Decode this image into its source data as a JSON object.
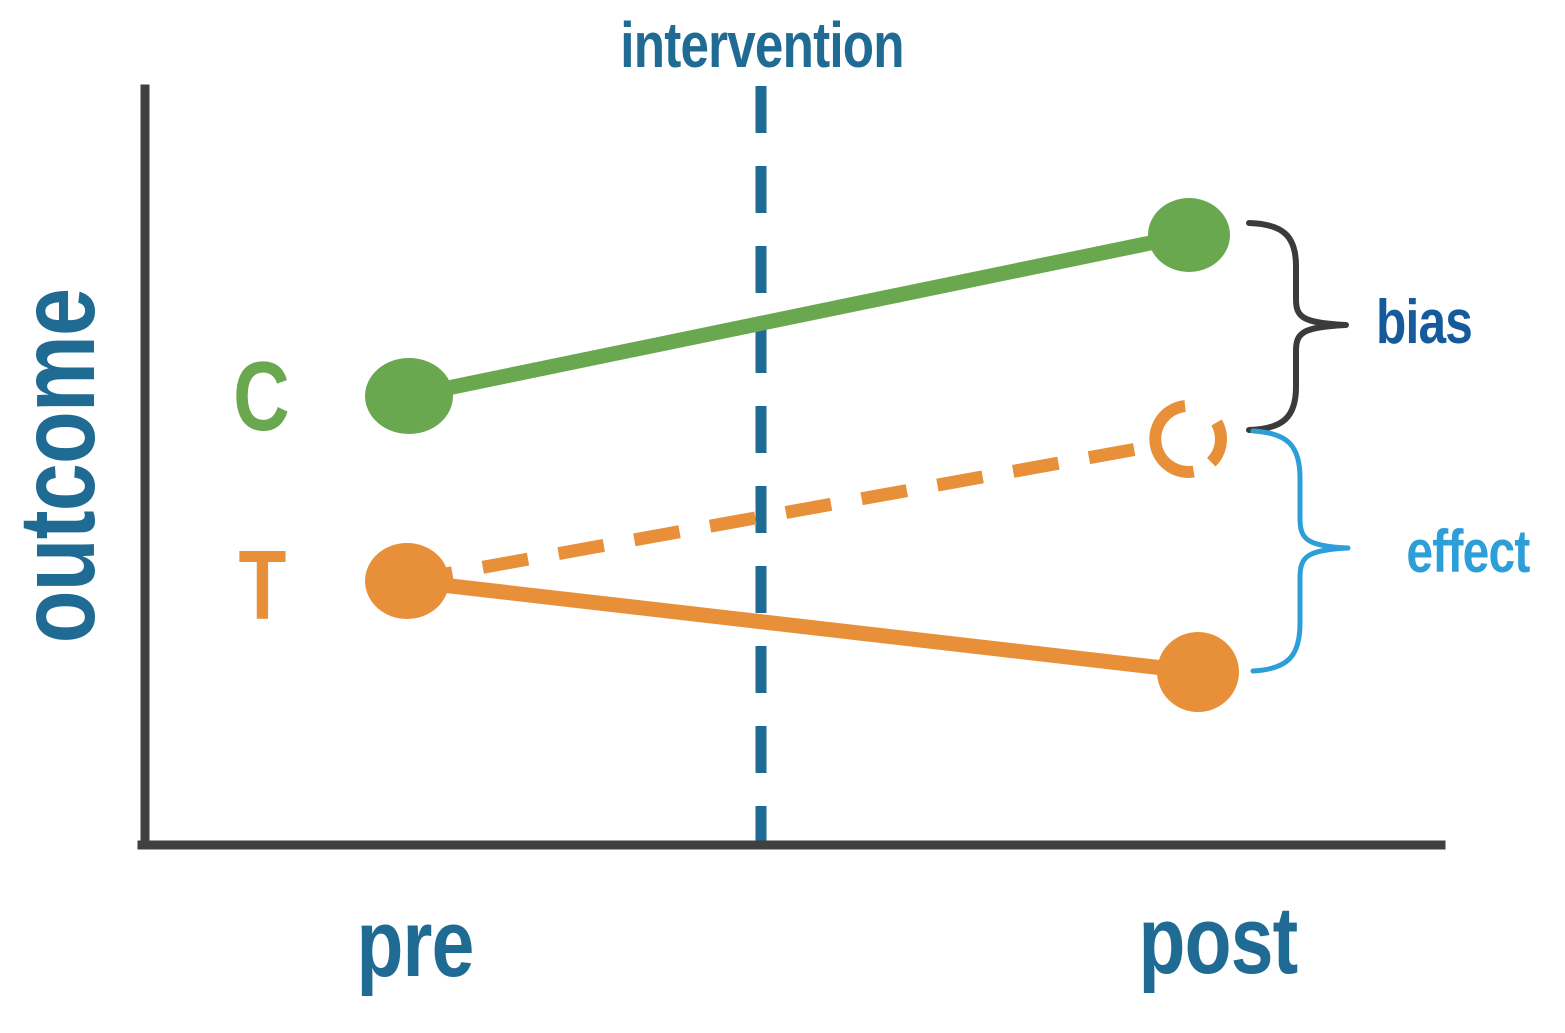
{
  "figure": {
    "y_axis_label": "outcome",
    "x_ticks": {
      "pre": "pre",
      "post": "post"
    },
    "intervention_label": "intervention",
    "series_labels": {
      "control": "C",
      "treatment": "T"
    },
    "annotations": {
      "bias": "bias",
      "effect": "effect"
    }
  },
  "colors": {
    "teal": "#1f6b93",
    "navy": "#155a9b",
    "blue": "#2d9fd8",
    "green": "#6aa84f",
    "orange": "#e79039",
    "axis": "#404040",
    "brace": "#3b3b3b"
  },
  "chart_data": {
    "type": "line",
    "x": [
      "pre",
      "post"
    ],
    "title": "",
    "xlabel": "",
    "ylabel": "outcome",
    "y_scale_note": "schematic difference-in-differences plot; no numeric axis shown, values estimated on a 0-10 relative scale",
    "series": [
      {
        "name": "C (control, observed)",
        "style": "solid",
        "color": "#6aa84f",
        "values": [
          5.9,
          8.1
        ]
      },
      {
        "name": "T (treatment, observed)",
        "style": "solid",
        "color": "#e79039",
        "values": [
          3.5,
          2.3
        ]
      },
      {
        "name": "T (counterfactual)",
        "style": "dashed",
        "color": "#e79039",
        "values": [
          3.5,
          5.4
        ]
      }
    ],
    "annotations": [
      {
        "type": "vline",
        "label": "intervention",
        "x_position": "between pre and post"
      },
      {
        "type": "brace",
        "label": "bias",
        "at_x": "post",
        "from_y": 8.1,
        "to_y": 5.4
      },
      {
        "type": "brace",
        "label": "effect",
        "at_x": "post",
        "from_y": 5.4,
        "to_y": 2.3
      }
    ],
    "legend_position": "inline labels C and T left of the pre points",
    "grid": false
  }
}
